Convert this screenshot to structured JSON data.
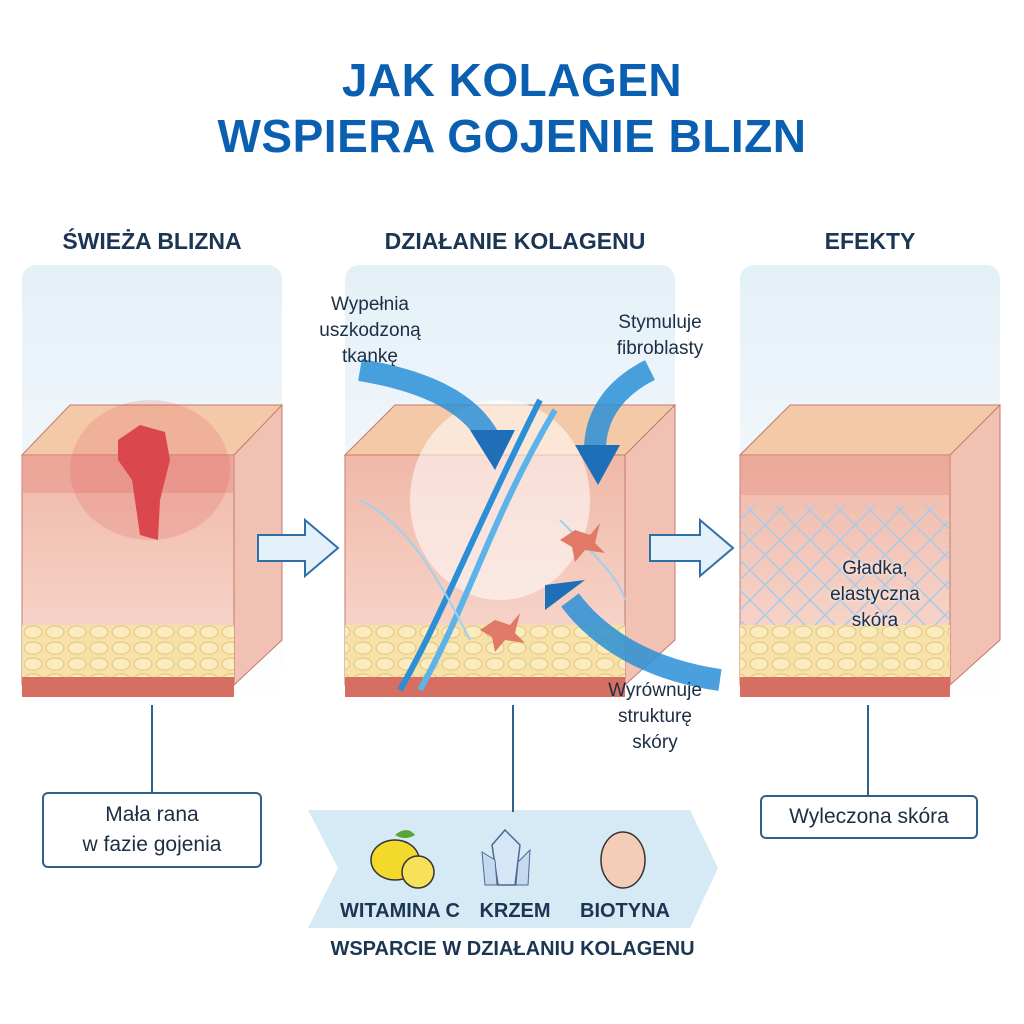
{
  "title": {
    "line1": "JAK KOLAGEN",
    "line2": "WSPIERA GOJENIE BLIZN"
  },
  "columns": [
    {
      "heading": "ŚWIEŻA BLIZNA",
      "caption_line1": "Mała rana",
      "caption_line2": "w fazie gojenia"
    },
    {
      "heading": "DZIAŁANIE KOLAGENU",
      "callouts": {
        "fill_line1": "Wypełnia",
        "fill_line2": "uszkodzoną",
        "fill_line3": "tkankę",
        "stim_line1": "Stymuluje",
        "stim_line2": "fibroblasty",
        "even_line1": "Wyrównuje",
        "even_line2": "strukturę",
        "even_line3": "skóry"
      }
    },
    {
      "heading": "EFEKTY",
      "inner_line1": "Gładka,",
      "inner_line2": "elastyczna",
      "inner_line3": "skóra",
      "caption": "Wyleczona skóra"
    }
  ],
  "support": {
    "items": [
      {
        "label": "WITAMINA C",
        "icon": "lemon-icon"
      },
      {
        "label": "KRZEM",
        "icon": "crystal-icon"
      },
      {
        "label": "BIOTYNA",
        "icon": "egg-icon"
      }
    ],
    "caption": "WSPARCIE W DZIAŁANIU KOLAGENU"
  },
  "colors": {
    "title": "#0b5fb0",
    "heading": "#1b3553",
    "arrow": "#2a8fd6"
  }
}
